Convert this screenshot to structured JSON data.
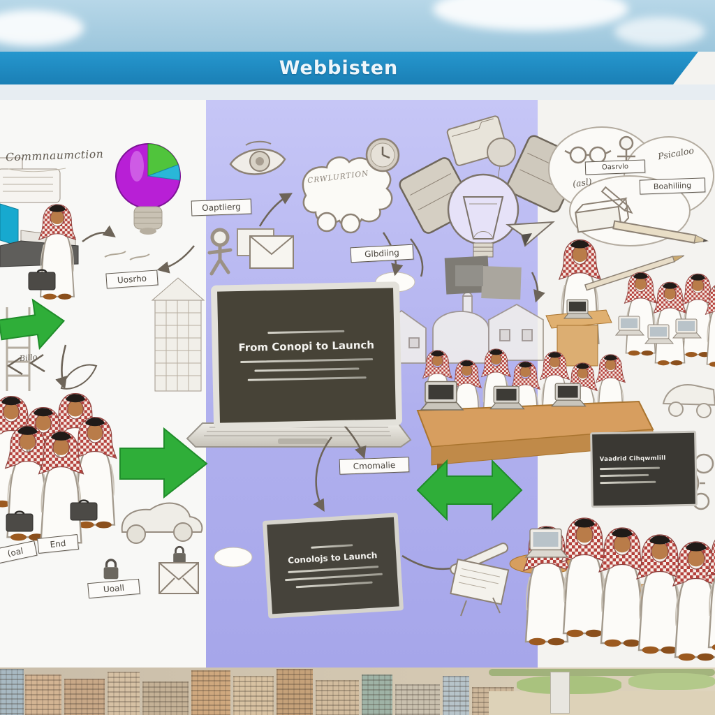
{
  "banner": {
    "title": "Webbisten"
  },
  "left": {
    "handwritten_title": "Commnaumction",
    "label_uosrho": "Uosrho",
    "label_billo": "Billo",
    "label_end": "End",
    "label_oal": "(oal",
    "label_uoall": "Uoall"
  },
  "center": {
    "label_oaptlierg": "Oaptlierg",
    "cloud_text": "CRWLURTION",
    "label_glbdiing": "Glbdiing",
    "laptop_title": "From Conopi to Launch",
    "label_cmomalie": "Cmomalie",
    "board_title": "Conolojs to Launch"
  },
  "right": {
    "label_oasrvlo": "Oasrvlo",
    "label_psicaloo": "Psicaloo",
    "label_asl": "(asl)",
    "label_boahiliing": "Boahiliing",
    "panel_title": "Vaadrid Cihqwmlill"
  },
  "colors": {
    "banner_blue": "#1e8ec6",
    "center_lavender": "#b3b3ef",
    "arrow_green": "#2fae39",
    "bulb_purple": "#b81fd6",
    "bulb_green": "#50c43c",
    "bulb_cyan": "#29b7d8",
    "screen_dark": "#46433b",
    "desk_tan": "#d79e5f",
    "sky_blue": "#aed2e5"
  },
  "icons": [
    "pie-chart-lightbulb-icon",
    "lightbulb-sketch-icon",
    "eye-icon",
    "puzzle-cloud-icon",
    "clock-icon",
    "envelope-icon",
    "stick-figure-icon",
    "wallet-icon",
    "folder-icon",
    "paper-plane-icon",
    "padlock-icon",
    "ladder-icon",
    "briefcase-icon",
    "laptop-icon",
    "green-arrow-icon",
    "double-green-arrow-icon",
    "glasses-icon",
    "pencil-icon",
    "scroll-icon",
    "building-sketch-icon",
    "mosque-sketch-icon",
    "car-sketch-icon",
    "gears-icon",
    "truck-sketch-icon",
    "cloud-icon",
    "desk",
    "round-table",
    "person-in-thobe"
  ]
}
